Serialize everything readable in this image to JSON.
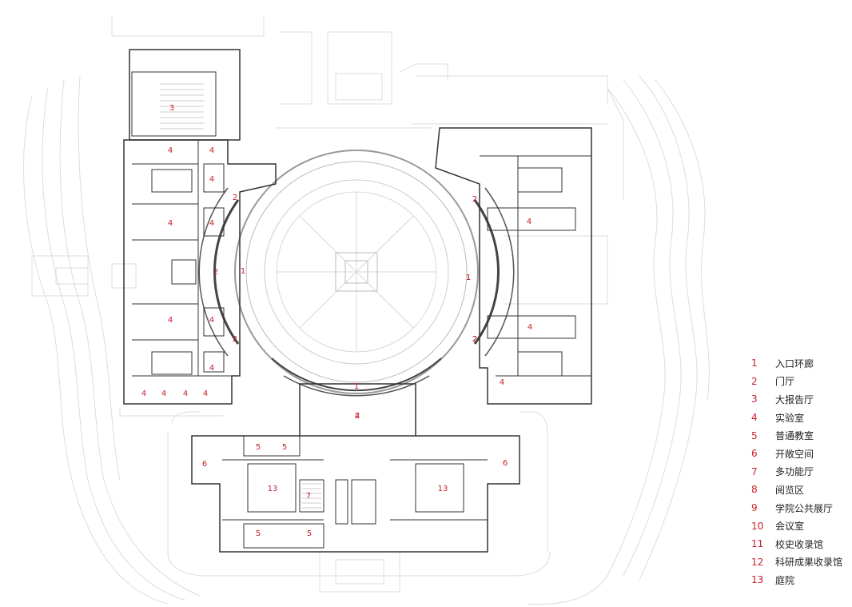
{
  "legend": [
    {
      "num": "1",
      "label": "入口环廊"
    },
    {
      "num": "2",
      "label": "门厅"
    },
    {
      "num": "3",
      "label": "大报告厅"
    },
    {
      "num": "4",
      "label": "实验室"
    },
    {
      "num": "5",
      "label": "普通教室"
    },
    {
      "num": "6",
      "label": "开敞空间"
    },
    {
      "num": "7",
      "label": "多功能厅"
    },
    {
      "num": "8",
      "label": "阅览区"
    },
    {
      "num": "9",
      "label": "学院公共展厅"
    },
    {
      "num": "10",
      "label": "会议室"
    },
    {
      "num": "11",
      "label": "校史收录馆"
    },
    {
      "num": "12",
      "label": "科研成果收录馆"
    },
    {
      "num": "13",
      "label": "庭院"
    }
  ],
  "plan_labels": [
    "3",
    "4",
    "4",
    "4",
    "2",
    "4",
    "4",
    "2",
    "1",
    "4",
    "4",
    "2",
    "4",
    "4",
    "4",
    "4",
    "4",
    "1",
    "2",
    "4",
    "4",
    "1",
    "4",
    "2",
    "4",
    "2",
    "1",
    "2",
    "5",
    "5",
    "6",
    "13",
    "7",
    "5",
    "5",
    "13",
    "6"
  ],
  "colors": {
    "label_red": "#c8202a",
    "wall": "#333333",
    "light_line": "#d6d6d6"
  }
}
